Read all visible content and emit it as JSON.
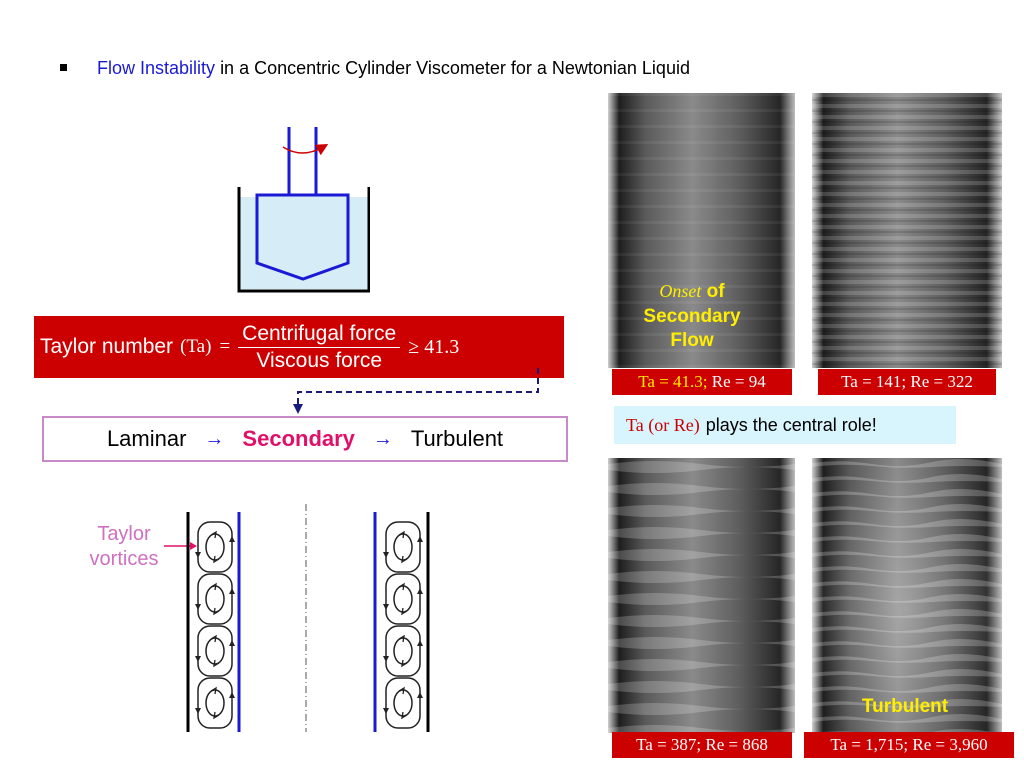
{
  "title": {
    "highlight": "Flow Instability",
    "rest": "in a Concentric Cylinder Viscometer for a Newtonian Liquid"
  },
  "taylor": {
    "label": "Taylor number",
    "symbol": "(Ta)",
    "equals": "=",
    "numerator": "Centrifugal force",
    "denominator": "Viscous force",
    "threshold": "≥ 41.3"
  },
  "flow": {
    "laminar": "Laminar",
    "arrow": "→",
    "secondary": "Secondary",
    "turbulent": "Turbulent"
  },
  "vortex_label": "Taylor vortices",
  "photos": [
    {
      "ta": "Ta = 41.3;",
      "re": "Re = 94"
    },
    {
      "ta": "Ta = 141;",
      "re": "Re = 322"
    },
    {
      "ta": "Ta = 387;",
      "re": "Re = 868"
    },
    {
      "ta": "Ta = 1,715;",
      "re": "Re = 3,960"
    }
  ],
  "onset": {
    "italic": "Onset",
    "of": "of",
    "line2": "Secondary",
    "line3": "Flow"
  },
  "central_role": {
    "red": "Ta (or Re)",
    "rest": "plays the central role!"
  },
  "turbulent_label": "Turbulent",
  "colors": {
    "accent_blue": "#1a1ad6",
    "accent_red": "#cc0000",
    "secondary_pink": "#e0106a",
    "vortex_label": "#d070c0",
    "highlight_yellow": "#ffee00"
  }
}
